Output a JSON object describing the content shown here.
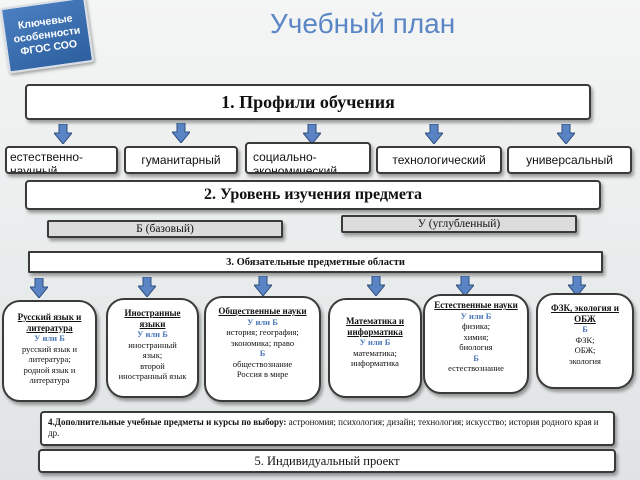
{
  "badge": {
    "line1": "Ключевые",
    "line2": "особенности",
    "line3": "ФГОС СОО"
  },
  "title": "Учебный план",
  "section1": "1. Профили обучения",
  "profiles": [
    "естественно-научный",
    "гуманитарный",
    "социально-экономический",
    "технологический",
    "универсальный"
  ],
  "section2": "2. Уровень изучения предмета",
  "level_basic": "Б (базовый)",
  "level_advanced": "У (углубленный)",
  "section3": "3. Обязательные предметные области",
  "areas": [
    {
      "title": "Русский язык и литература",
      "level": "У или Б",
      "body": [
        "русский язык и",
        "литература;",
        "родной язык и",
        "литература"
      ]
    },
    {
      "title": "Иностранные языки",
      "level": "У или Б",
      "body": [
        "иностранный",
        "язык;",
        "второй",
        "иностранный язык"
      ]
    },
    {
      "title": "Общественные науки",
      "level": "У или Б",
      "body": [
        "история; география;",
        "экономика; право"
      ],
      "level2": "Б",
      "body2": [
        "обществознание",
        "Россия в мире"
      ]
    },
    {
      "title": "Математика и информатика",
      "level": "У или Б",
      "body": [
        "математика;",
        "информатика"
      ]
    },
    {
      "title": "Естественные науки",
      "level": "У или Б",
      "body": [
        "физика;",
        "химия;",
        "биология"
      ],
      "level2": "Б",
      "body2": [
        "естествознание"
      ]
    },
    {
      "title": "ФЗК, экология и ОБЖ",
      "level": "Б",
      "body": [
        "ФЗК;",
        "ОБЖ;",
        "экология"
      ]
    }
  ],
  "section4_title": "4.Дополнительные учебные предметы и курсы по выбору:",
  "section4_text": " астрономия; психология; дизайн; технология; искусство; история родного края и др.",
  "section5": "5. Индивидуальный проект",
  "colors": {
    "title": "#5b86c6",
    "arrow": "#5a84c4",
    "badge": "#3a6daf",
    "level": "#4a78b8"
  }
}
